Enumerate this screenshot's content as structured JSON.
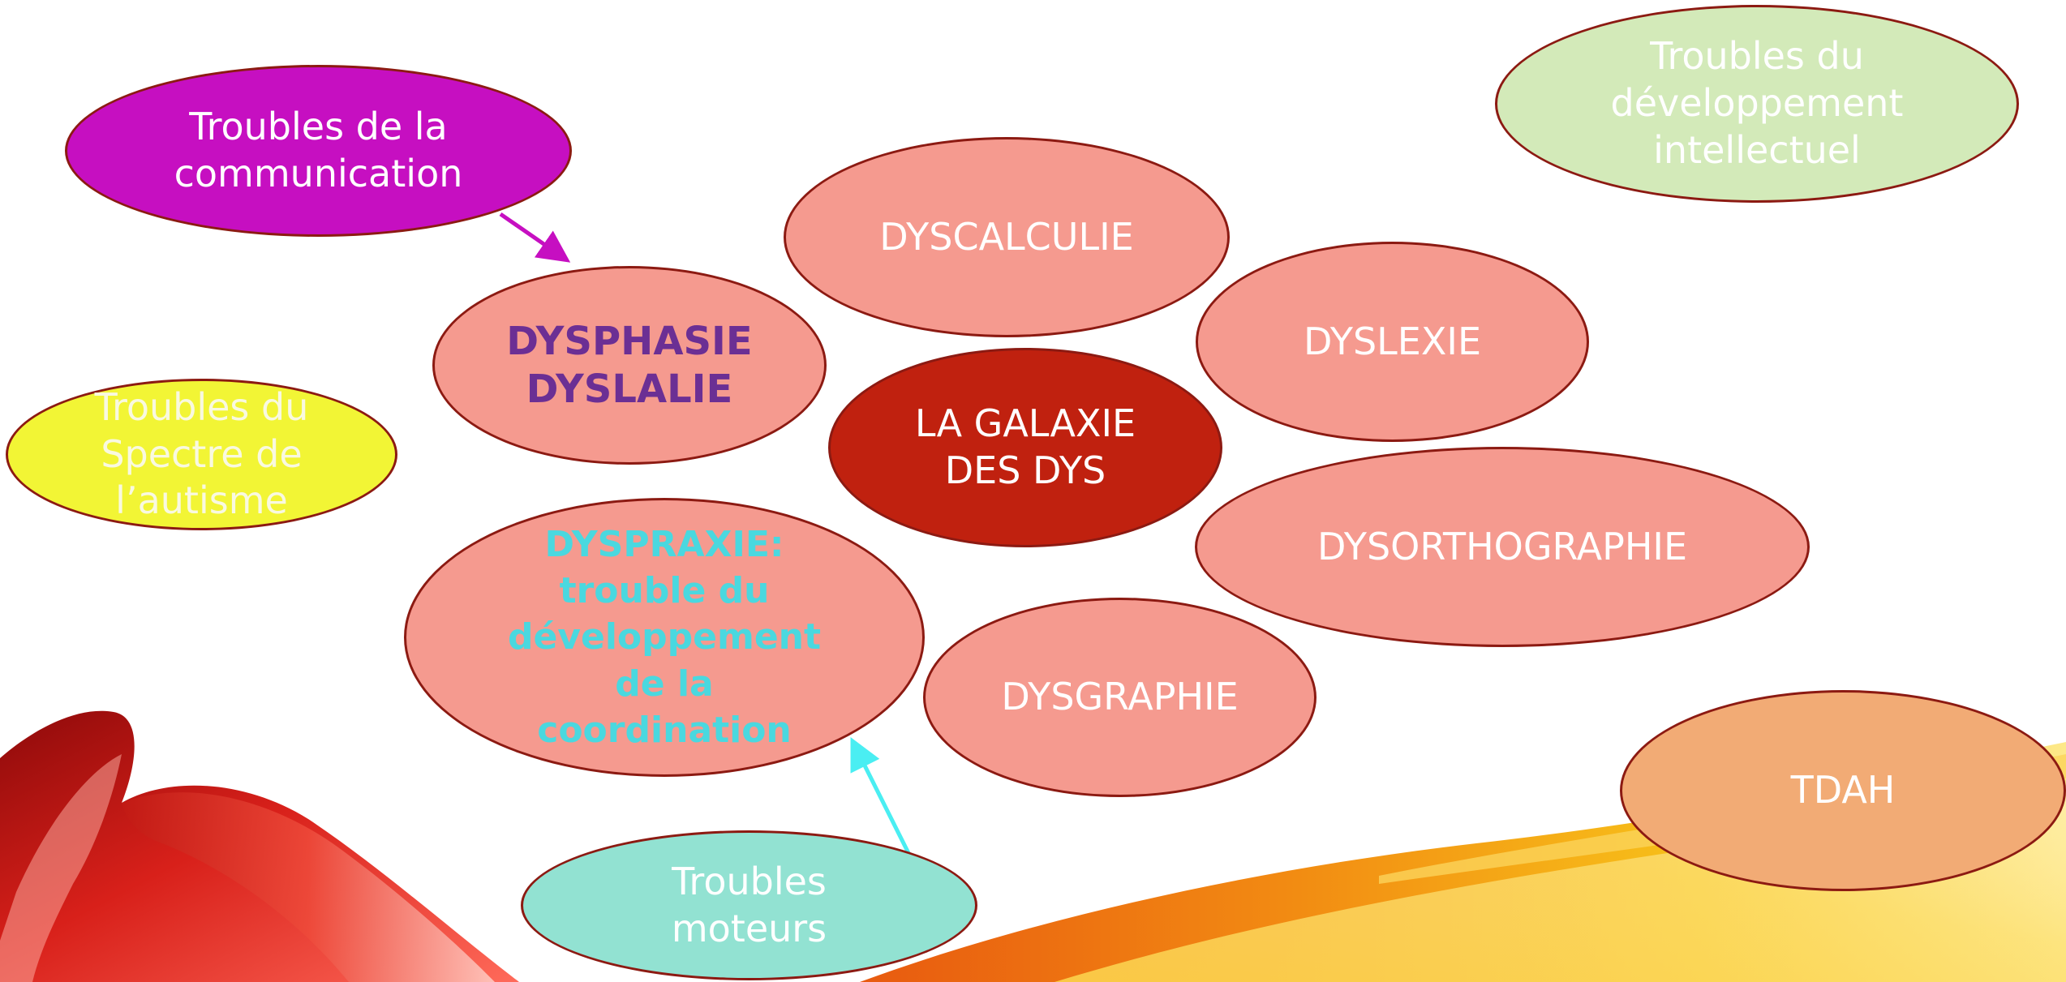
{
  "diagram": {
    "center": {
      "label": "LA GALAXIE\nDES DYS"
    },
    "dys_nodes": {
      "dyscalculie": "DYSCALCULIE",
      "dysphasie": "DYSPHASIE\nDYSLALIE",
      "dyslexie": "DYSLEXIE",
      "dysorthographie": "DYSORTHOGRAPHIE",
      "dyspraxie": "DYSPRAXIE:\ntrouble du\ndéveloppement\nde la\ncoordination",
      "dysgraphie": "DYSGRAPHIE"
    },
    "related_disorders": {
      "communication": "Troubles de la\ncommunication",
      "autisme": "Troubles du\nSpectre de\nl’autisme",
      "intellectuel": "Troubles du\ndéveloppement\nintellectuel",
      "moteurs": "Troubles\nmoteurs",
      "tdah": "TDAH"
    },
    "links": [
      {
        "from": "Troubles de la communication",
        "to": "DYSPHASIE DYSLALIE",
        "color": "#c60fc1"
      },
      {
        "from": "Troubles moteurs",
        "to": "DYSPRAXIE",
        "color": "#4aeef2"
      }
    ]
  },
  "colors": {
    "dys_fill": "#f59a8f",
    "center_fill": "#c0210f",
    "outline": "#8c1a12",
    "dysphasie_text": "#6b2f94",
    "dyspraxie_text": "#4ad8df"
  }
}
